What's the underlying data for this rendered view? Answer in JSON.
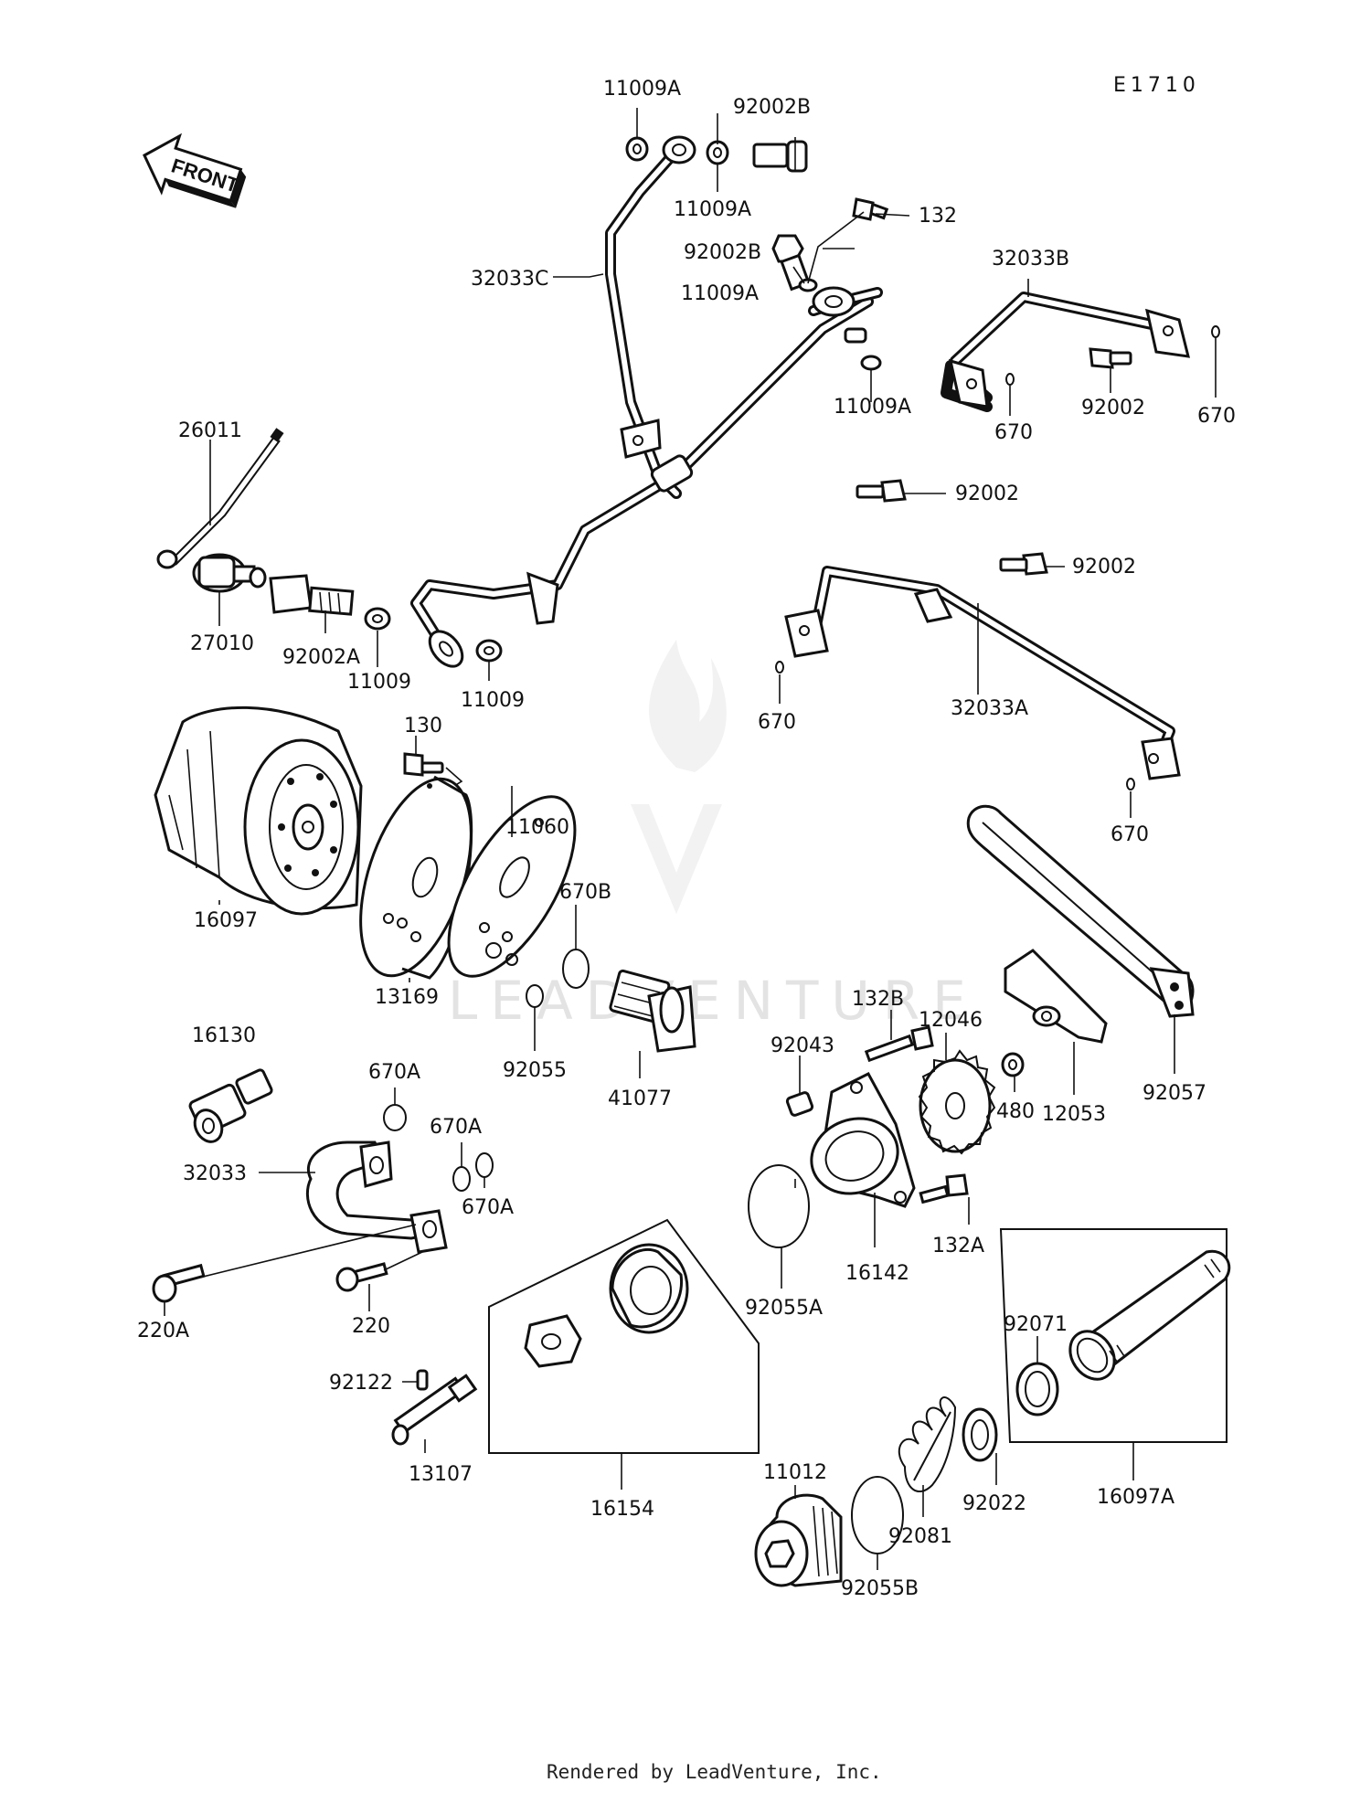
{
  "diagram": {
    "code": "E1710",
    "direction_label": "FRONT",
    "footer": "Rendered by LeadVenture, Inc.",
    "watermark": "LEADVENTURE",
    "parts": {
      "p11009A_1": "11009A",
      "p92002B_1": "92002B",
      "p11009A_2": "11009A",
      "p132": "132",
      "p92002B_2": "92002B",
      "p11009A_3": "11009A",
      "p32033C": "32033C",
      "p32033B": "32033B",
      "p11009A_4": "11009A",
      "p92002_1": "92002",
      "p670_1": "670",
      "p670_2": "670",
      "p26011": "26011",
      "p92002_2": "92002",
      "p92002_3": "92002",
      "p27010": "27010",
      "p92002A": "92002A",
      "p11009_1": "11009",
      "p11009_2": "11009",
      "p670_3": "670",
      "p32033A": "32033A",
      "p130": "130",
      "p670_4": "670",
      "p11060": "11060",
      "p16097": "16097",
      "p670B": "670B",
      "p13169": "13169",
      "p132B": "132B",
      "p12046": "12046",
      "p92043": "92043",
      "p16130": "16130",
      "p92055": "92055",
      "p41077": "41077",
      "p480": "480",
      "p12053": "12053",
      "p92057": "92057",
      "p670A_1": "670A",
      "p670A_2": "670A",
      "p670A_3": "670A",
      "p32033": "32033",
      "p132A": "132A",
      "p16142": "16142",
      "p92055A": "92055A",
      "p220A": "220A",
      "p220": "220",
      "p92071": "92071",
      "p92122": "92122",
      "p13107": "13107",
      "p16154": "16154",
      "p11012": "11012",
      "p92022": "92022",
      "p16097A": "16097A",
      "p92081": "92081",
      "p92055B": "92055B"
    }
  }
}
